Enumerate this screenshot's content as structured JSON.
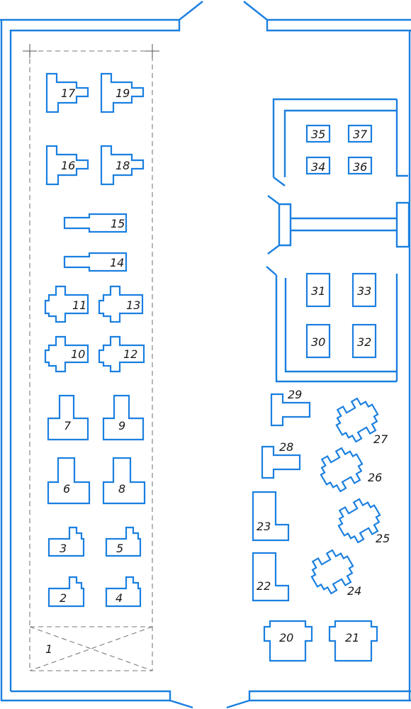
{
  "colors": {
    "wall": "#1a7fe0",
    "equipment": "#1a7fe0",
    "dashed_zone": "#7a7a7a",
    "text": "#1a1a1a"
  },
  "labels": {
    "n1": "1",
    "n2": "2",
    "n3": "3",
    "n4": "4",
    "n5": "5",
    "n6": "6",
    "n7": "7",
    "n8": "8",
    "n9": "9",
    "n10": "10",
    "n11": "11",
    "n12": "12",
    "n13": "13",
    "n14": "14",
    "n15": "15",
    "n16": "16",
    "n17": "17",
    "n18": "18",
    "n19": "19",
    "n20": "20",
    "n21": "21",
    "n22": "22",
    "n23": "23",
    "n24": "24",
    "n25": "25",
    "n26": "26",
    "n27": "27",
    "n28": "28",
    "n29": "29",
    "n30": "30",
    "n31": "31",
    "n32": "32",
    "n33": "33",
    "n34": "34",
    "n35": "35",
    "n36": "36",
    "n37": "37"
  }
}
